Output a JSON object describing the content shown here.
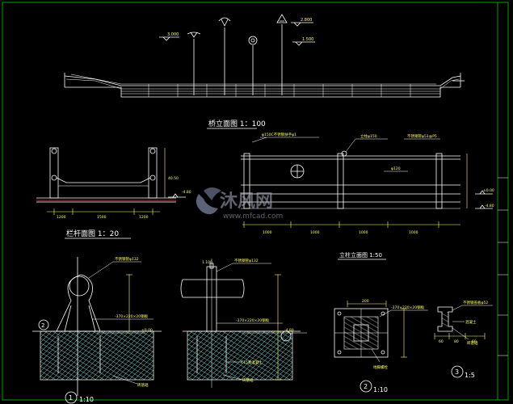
{
  "colors": {
    "background": "#000000",
    "frame": "#00e600",
    "line": "#ffffff",
    "dimension": "#ffff66",
    "hatch": "#00ffff",
    "watermark": "#b0b0c8"
  },
  "titles": {
    "bridge_elevation": "桥立面图 1：100",
    "railing_section": "栏杆面图 1：20",
    "column_elevation": "立柱立面图 1:50"
  },
  "elevation_levels": [
    "3.000",
    "2.800",
    "1.500"
  ],
  "annotations": {
    "handrail_a": "φ150C不锈钢扶手φ1",
    "column_size": "立柱φ150",
    "pipe_size": "不锈钢管φ51@P5",
    "bar": "φ120",
    "rail_a": "不锈钢管φ132",
    "rail_b": "不锈钢管φ132",
    "plate_a": "-370×220×20钢板",
    "plate_b": "-370×220×20钢板",
    "plate_c": "-370×220×20钢板",
    "embed": "地脚螺栓",
    "cap_plate": "不锈钢盖板φ52",
    "footing_a": "混凝土",
    "footing_b": "C15素混凝土",
    "base_a": "砖基础",
    "base_b": "砖基础"
  },
  "levels": {
    "deck_a": "40.50",
    "deck_b": "-4.80",
    "lvl_a": "-4.80",
    "lvl_b": "±0.00",
    "lvl_c": "±0.00",
    "lvl_d": "-4.80",
    "lvl_e": "-4.80"
  },
  "dimensions": {
    "sec_a": "1200",
    "sec_b": "1500",
    "sec_c": "1200",
    "col_a": "1000",
    "col_b": "1000",
    "col_c": "1000",
    "col_d": "1000",
    "plate_w": "200",
    "post_w": "1.100",
    "d3_a": "60",
    "d3_b": "80",
    "d3_c": "60"
  },
  "details": {
    "d1_num": "1",
    "d1_scale": "1:10",
    "d2_num": "2",
    "d2_scale": "1:10",
    "d3_num": "3",
    "d3_scale": "1:5"
  },
  "watermark": {
    "brand": "沐风网",
    "url": "www.mfcad.com"
  }
}
